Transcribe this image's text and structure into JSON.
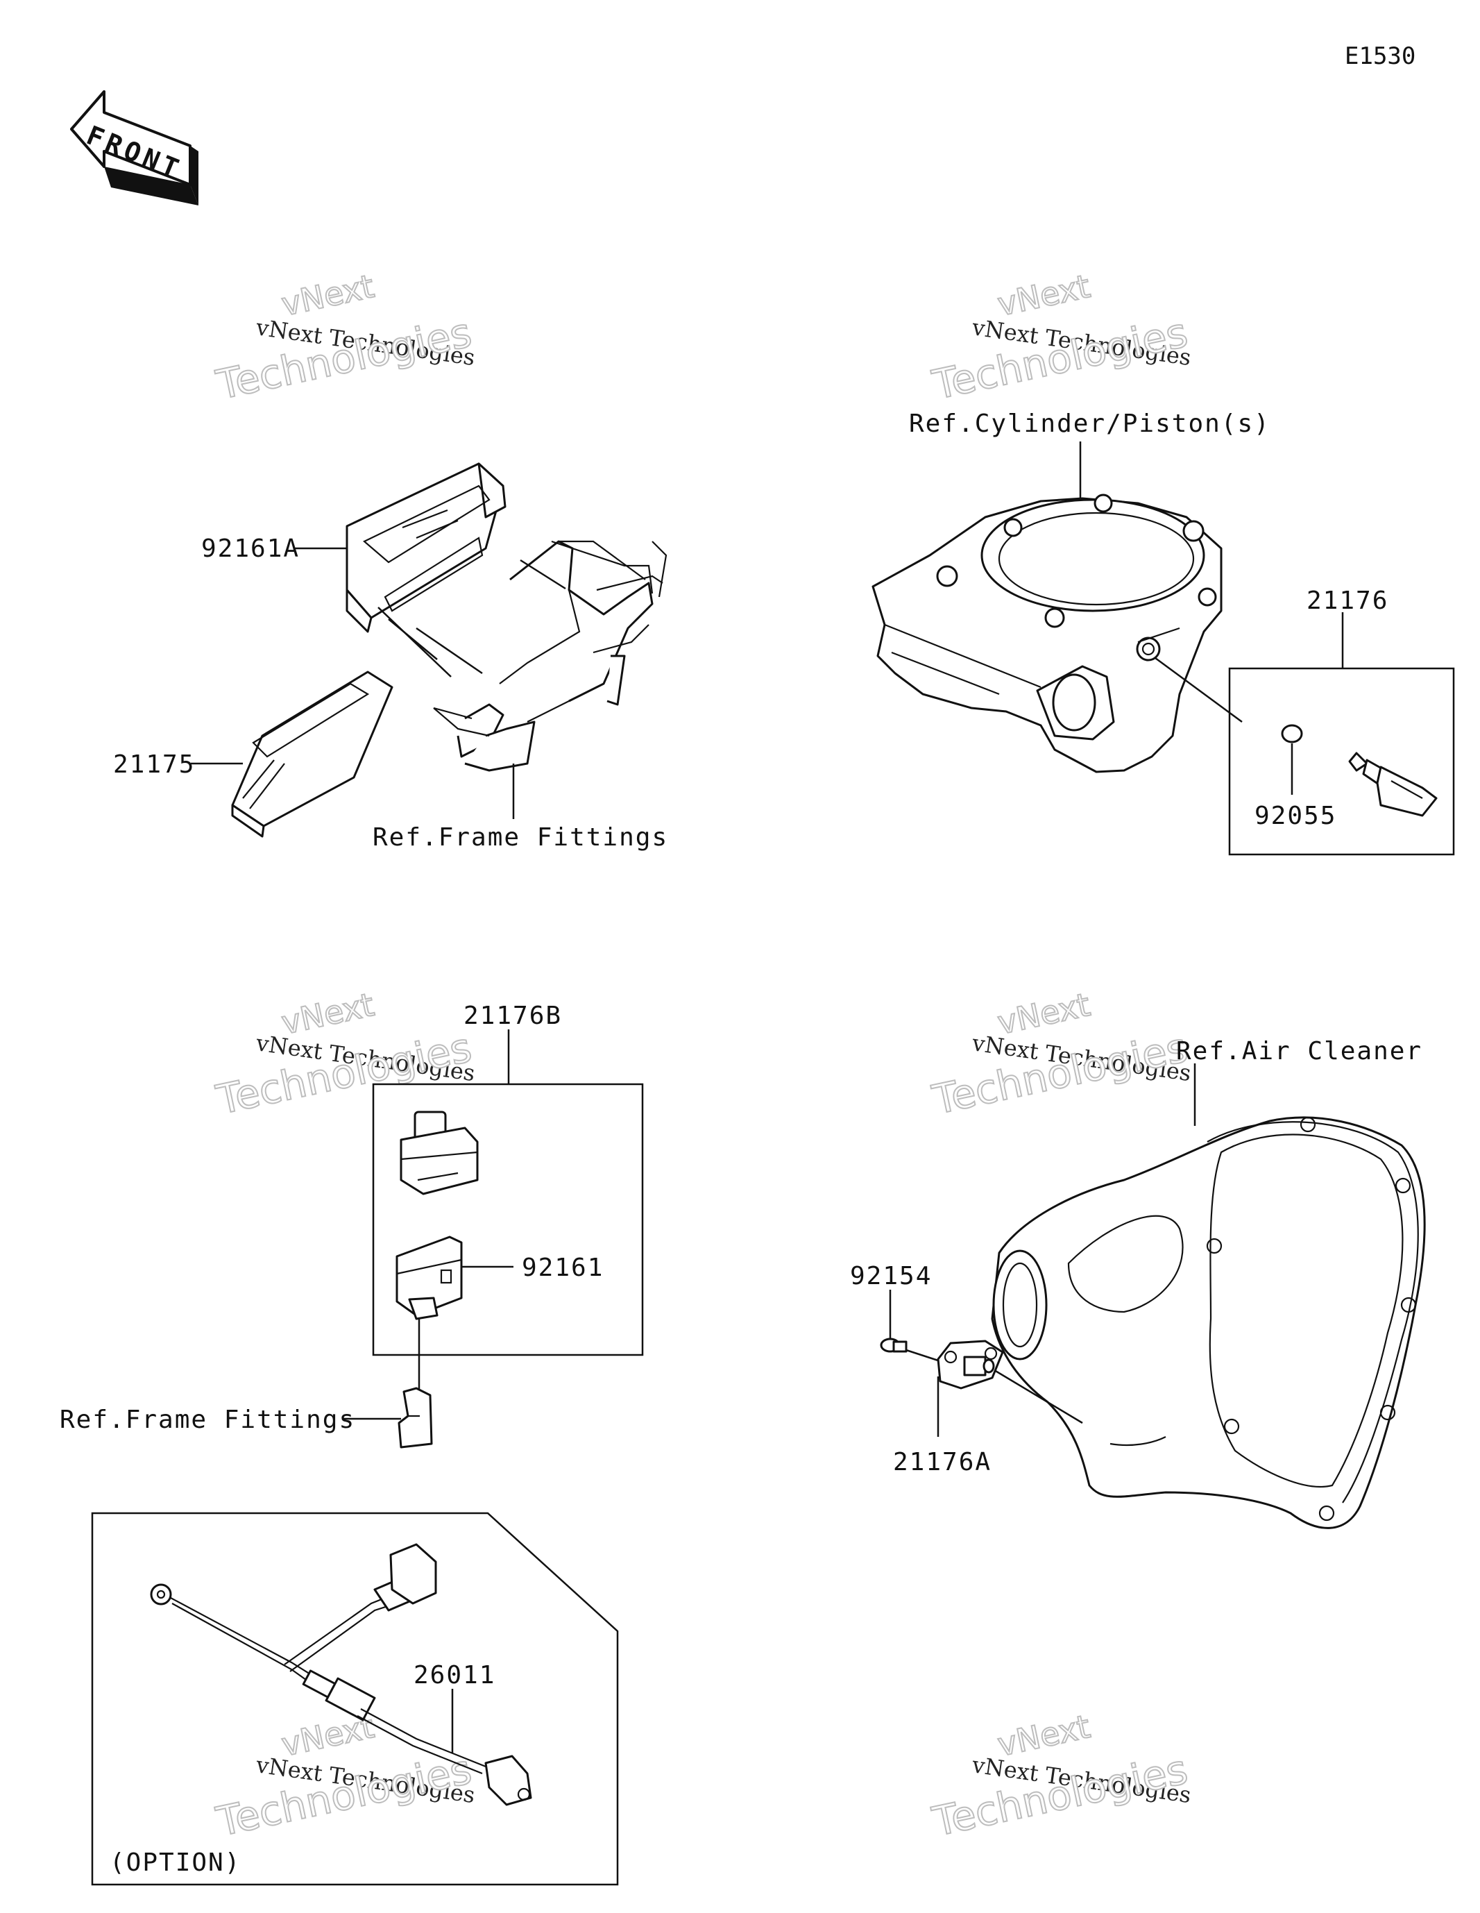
{
  "diagram_code": "E1530",
  "front_arrow_label": "FRONT",
  "watermark": {
    "line1": "vNext Technologies",
    "line2": "Technologies",
    "line3": "vNext"
  },
  "labels": {
    "p92161A": "92161A",
    "p21175": "21175",
    "ref_frame_1": "Ref.Frame Fittings",
    "ref_cylinder": "Ref.Cylinder/Piston(s)",
    "p21176": "21176",
    "p92055": "92055",
    "p21176B": "21176B",
    "p92161": "92161",
    "ref_frame_2": "Ref.Frame Fittings",
    "ref_air_cleaner": "Ref.Air Cleaner",
    "p92154": "92154",
    "p21176A": "21176A",
    "p26011": "26011",
    "option": "(OPTION)"
  },
  "colors": {
    "line": "#111111",
    "watermark_outline": "#bdbdbd"
  }
}
